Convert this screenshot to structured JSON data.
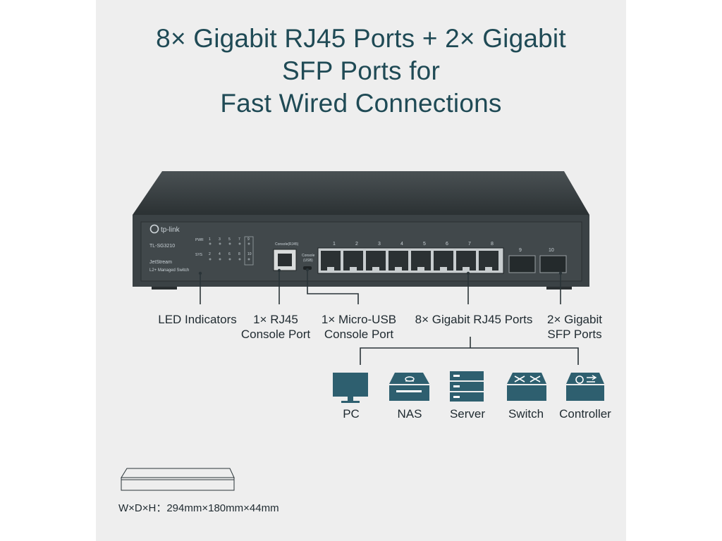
{
  "headline": {
    "line1": "8× Gigabit RJ45 Ports + 2× Gigabit",
    "line2": "SFP Ports for",
    "line3": "Fast Wired Connections"
  },
  "device": {
    "brand": "tp-link",
    "model": "TL-SG3210",
    "series": "JetStream",
    "description": "L2+ Managed Switch",
    "console_rj45_label": "Console(RJ45)",
    "console_usb_label_1": "Console",
    "console_usb_label_2": "(USB)",
    "port_numbers": [
      "1",
      "2",
      "3",
      "4",
      "5",
      "6",
      "7",
      "8"
    ],
    "sfp_numbers": [
      "9",
      "10"
    ],
    "led_labels": {
      "pwr": "PWR",
      "sys": "SYS"
    }
  },
  "callouts": {
    "led": "LED Indicators",
    "rj45_console_1": "1× RJ45",
    "rj45_console_2": "Console Port",
    "usb_console_1": "1× Micro-USB",
    "usb_console_2": "Console Port",
    "gigabit_ports": "8× Gigabit RJ45 Ports",
    "sfp_ports_1": "2× Gigabit",
    "sfp_ports_2": "SFP Ports"
  },
  "devices": [
    {
      "label": "PC",
      "icon": "monitor-icon"
    },
    {
      "label": "NAS",
      "icon": "nas-icon"
    },
    {
      "label": "Server",
      "icon": "server-icon"
    },
    {
      "label": "Switch",
      "icon": "switch-icon"
    },
    {
      "label": "Controller",
      "icon": "controller-icon"
    }
  ],
  "dimensions": {
    "text": "W×D×H：294mm×180mm×44mm"
  },
  "colors": {
    "headline": "#1f4a55",
    "icon": "#2e5f6f",
    "chassis": "#3c4346",
    "background": "#eeeeee"
  }
}
